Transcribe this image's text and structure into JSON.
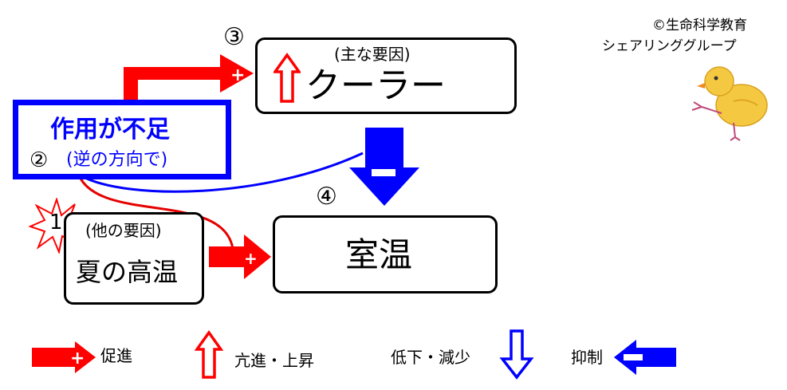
{
  "credit": {
    "line1": "©生命科学教育",
    "line2": "シェアリンググループ"
  },
  "nodes": {
    "cooler": {
      "step": "③",
      "note": "(主な要因)",
      "label": "クーラー"
    },
    "insufficient": {
      "label": "作用が不足",
      "step": "②",
      "note": "(逆の方向で)"
    },
    "other": {
      "step": "1",
      "note": "(他の要因)",
      "label": "夏の高温"
    },
    "room": {
      "step": "④",
      "label": "室温"
    }
  },
  "legend": {
    "promote": "促進",
    "increase": "亢進・上昇",
    "decrease": "低下・減少",
    "inhibit": "抑制"
  },
  "colors": {
    "red": "#ff0000",
    "blue": "#0000ff",
    "dark_red": "#e60000",
    "chick_yellow": "#f5c842"
  },
  "icons": {
    "promote": "plus-arrow-icon",
    "inhibit": "minus-arrow-icon",
    "increase": "up-arrow-icon",
    "decrease": "down-arrow-icon",
    "burst": "starburst-icon",
    "mascot": "chick-icon"
  }
}
